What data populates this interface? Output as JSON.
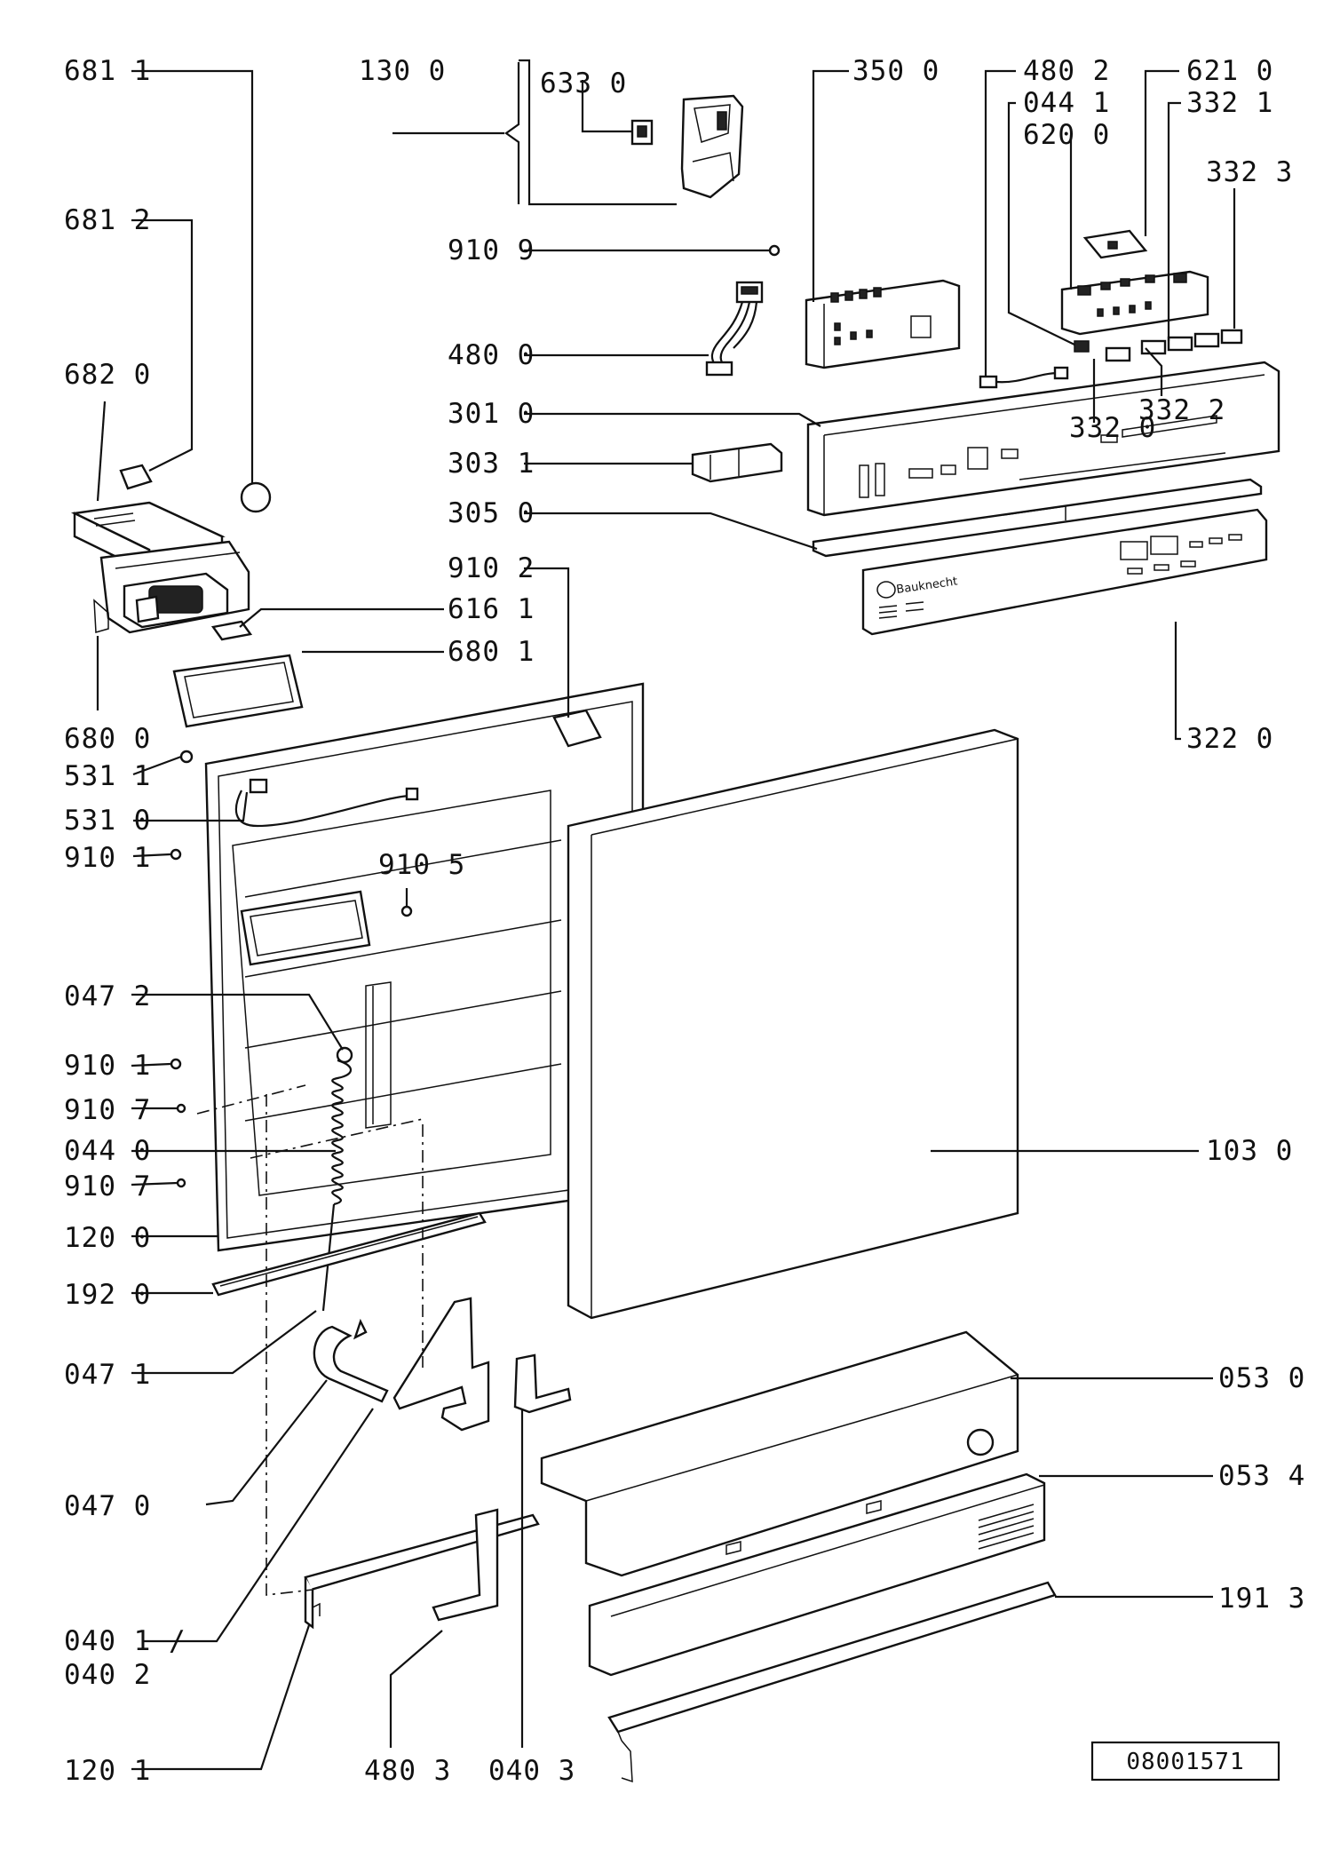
{
  "labels": {
    "l6811": "681 1",
    "l1300": "130 0",
    "l6330": "633 0",
    "l3500": "350 0",
    "l4802": "480 2",
    "l0441": "044 1",
    "l6200": "620 0",
    "l6210": "621 0",
    "l3321": "332 1",
    "l3323": "332 3",
    "l6812": "681 2",
    "l9109": "910 9",
    "l4800": "480 0",
    "l6820": "682 0",
    "l3010": "301 0",
    "l3320": "332 0",
    "l3322": "332 2",
    "l3031": "303 1",
    "l3050": "305 0",
    "l9102": "910 2",
    "l6161": "616 1",
    "l6801": "680 1",
    "l6800": "680 0",
    "l3220": "322 0",
    "l5311": "531 1",
    "l5310": "531 0",
    "l9101a": "910 1",
    "l9105": "910 5",
    "l0472": "047 2",
    "l9101b": "910 1",
    "l9107a": "910 7",
    "l0440": "044 0",
    "l9107b": "910 7",
    "l1030": "103 0",
    "l1200": "120 0",
    "l1920": "192 0",
    "l0471": "047 1",
    "l0530": "053 0",
    "l0534": "053 4",
    "l0470": "047 0",
    "l0401": "040 1 /",
    "l0402": "040 2",
    "l1913": "191 3",
    "l1201": "120 1",
    "l4803": "480 3",
    "l0403": "040 3"
  },
  "brand": "Bauknecht",
  "drawing_number": "08001571",
  "colors": {
    "ink": "#111111",
    "paper": "#ffffff"
  }
}
